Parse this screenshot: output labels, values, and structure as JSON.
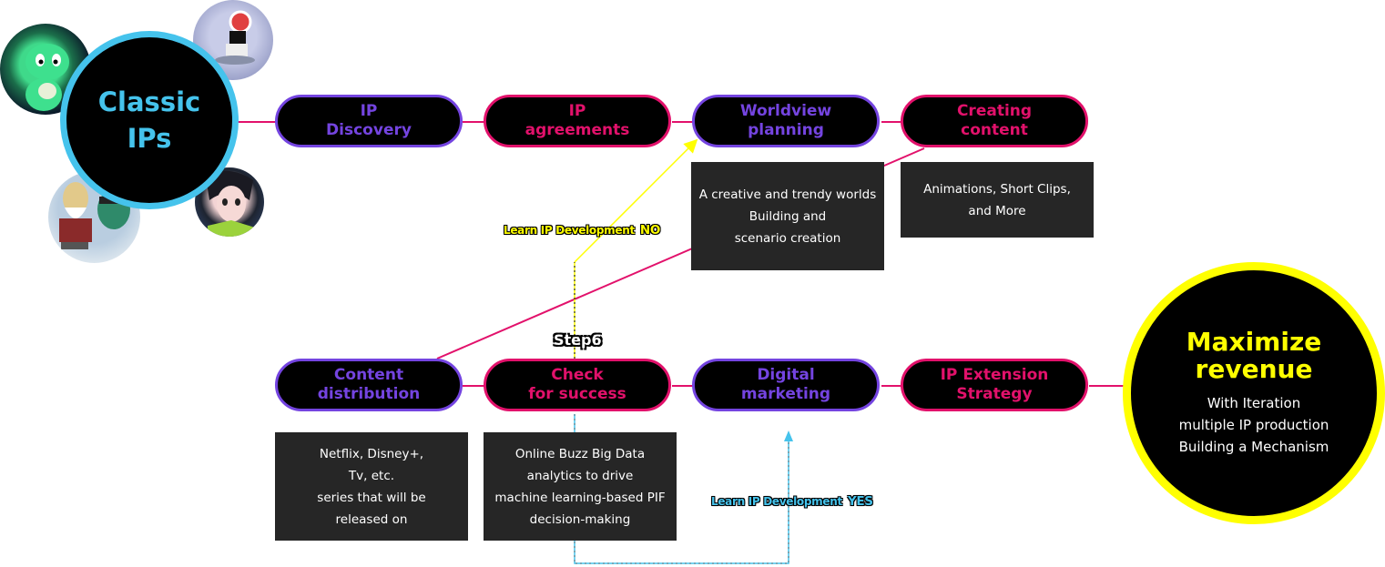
{
  "colors": {
    "purple": "#7444e0",
    "pink": "#e2116b",
    "cyan": "#45c3ec",
    "yellow": "#ffff00",
    "box_bg": "#262626",
    "node_bg": "#000000"
  },
  "start": {
    "line1": "Classic",
    "line2": "IPs",
    "thumbnails": [
      {
        "name": "green-dinosaur-character-thumbnail"
      },
      {
        "name": "space-boy-character-thumbnail"
      },
      {
        "name": "bearded-elders-characters-thumbnail"
      },
      {
        "name": "anime-girl-character-thumbnail"
      }
    ]
  },
  "steps_top": [
    {
      "line1": "IP",
      "line2": "Discovery",
      "color": "purple"
    },
    {
      "line1": "IP",
      "line2": "agreements",
      "color": "pink"
    },
    {
      "line1": "Worldview",
      "line2": "planning",
      "color": "purple"
    },
    {
      "line1": "Creating",
      "line2": "content",
      "color": "pink"
    }
  ],
  "steps_bottom": [
    {
      "line1": "Content",
      "line2": "distribution",
      "color": "purple"
    },
    {
      "line1": "Check",
      "line2": "for success",
      "color": "pink"
    },
    {
      "line1": "Digital",
      "line2": "marketing",
      "color": "purple"
    },
    {
      "line1": "IP Extension",
      "line2": "Strategy",
      "color": "pink"
    }
  ],
  "descriptions": {
    "worldview": [
      "A creative and trendy worlds",
      "Building and",
      "scenario creation"
    ],
    "creating": [
      "Animations, Short Clips,",
      "and More"
    ],
    "distribution": [
      "Netflix, Disney+,",
      "Tv, etc.",
      "series that will be",
      "released on"
    ],
    "check": [
      "Online Buzz Big Data",
      "analytics to drive",
      "machine learning-based PIF",
      "decision-making"
    ]
  },
  "labels": {
    "no_text": "Learn IP Development",
    "no_answer": "NO",
    "yes_text": "Learn IP Development",
    "yes_answer": "YES",
    "step": "Step6"
  },
  "end": {
    "title1": "Maximize",
    "title2": "revenue",
    "sub": [
      "With Iteration",
      "multiple IP production",
      "Building a Mechanism"
    ]
  }
}
